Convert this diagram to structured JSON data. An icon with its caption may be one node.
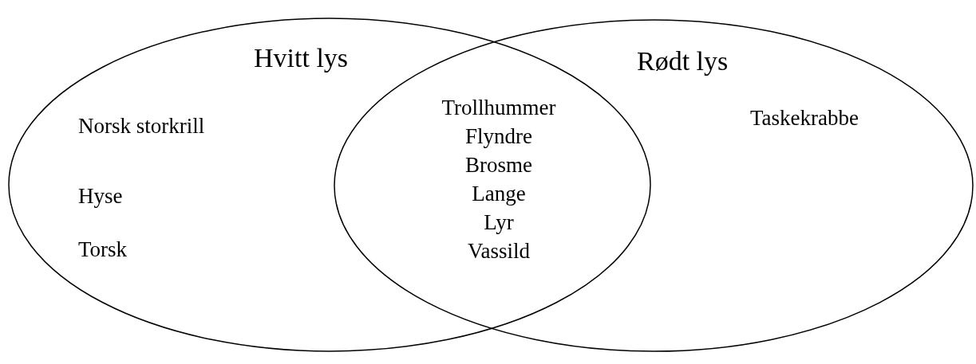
{
  "diagram": {
    "nodes": [
      {
        "text": [
          "Hvitt lys"
        ]
      },
      {
        "text": [
          "Rødt lys"
        ]
      }
    ],
    "edges": [],
    "labels": [
      "Norsk storkrill",
      "Hyse",
      "Torsk",
      "Trollhummer",
      "Flyndre",
      "Brosme",
      "Lange",
      "Lyr",
      "Vassild",
      "Taskekrabbe"
    ]
  }
}
